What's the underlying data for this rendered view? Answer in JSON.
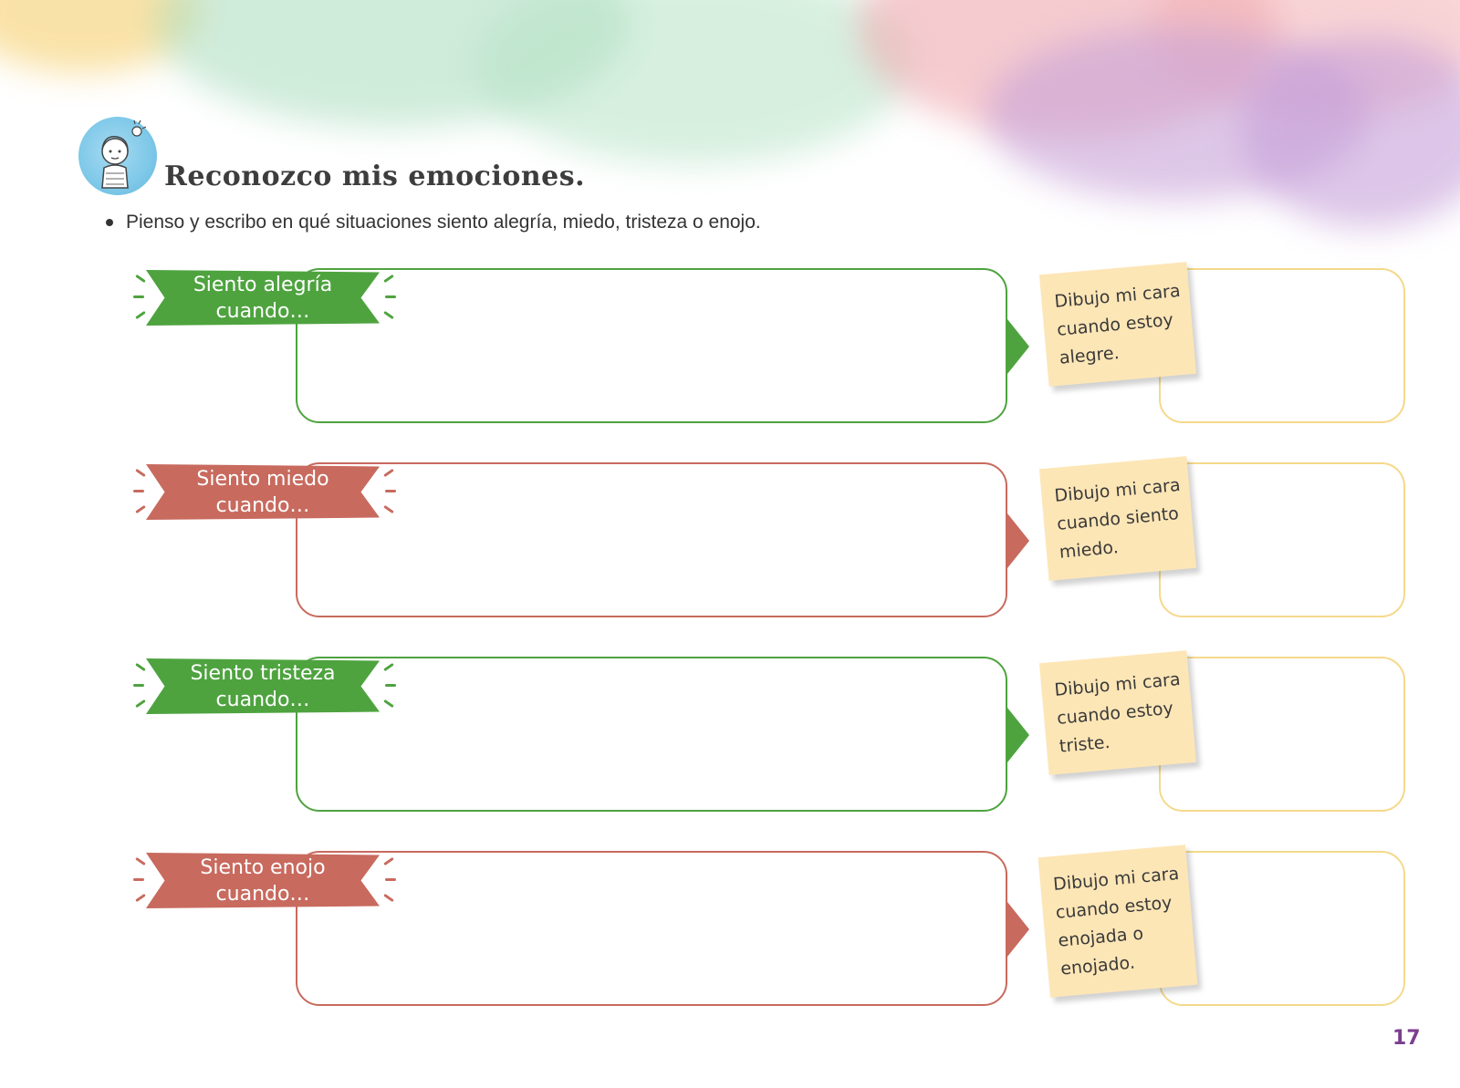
{
  "header": {
    "title": "Reconozco mis emociones.",
    "instruction": "Pienso y escribo en qué situaciones siento alegría, miedo, tristeza o enojo."
  },
  "colors": {
    "green": "#4ea33f",
    "red": "#c86a5e",
    "note": "#fde6b6",
    "draw_border": "#f5d98b"
  },
  "rows": [
    {
      "banner_line1": "Siento alegría",
      "banner_line2": "cuando…",
      "color": "green",
      "note_lines": [
        "Dibujo mi cara",
        "cuando estoy",
        "alegre."
      ]
    },
    {
      "banner_line1": "Siento miedo",
      "banner_line2": "cuando…",
      "color": "red",
      "note_lines": [
        "Dibujo mi cara",
        "cuando siento",
        "miedo."
      ]
    },
    {
      "banner_line1": "Siento tristeza",
      "banner_line2": "cuando…",
      "color": "green",
      "note_lines": [
        "Dibujo mi cara",
        "cuando estoy",
        "triste."
      ]
    },
    {
      "banner_line1": "Siento enojo",
      "banner_line2": "cuando…",
      "color": "red",
      "note_lines": [
        "Dibujo mi cara",
        "cuando estoy",
        "enojada o",
        "enojado."
      ]
    }
  ],
  "page_number": "17"
}
